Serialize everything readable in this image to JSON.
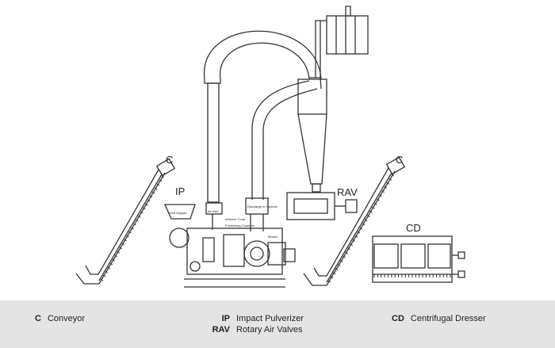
{
  "labels": {
    "conveyor_left": "C",
    "conveyor_right": "C",
    "impact_pulverizer": "IP",
    "rotary_air_valve": "RAV",
    "centrifugal_dresser": "CD",
    "feed_hopper": "Feed Hopper",
    "air_inlet": "Air Inlet",
    "whizzer_cone": "Whizzer Cone",
    "pulverizing_chamber": "Pulverizing Chamber",
    "discharge": "Discharge to Cyclone",
    "blower": "Blower"
  },
  "legend": [
    {
      "abbr": "C",
      "text": "Conveyor"
    },
    {
      "abbr": "IP",
      "text": "Impact Pulverizer"
    },
    {
      "abbr": "RAV",
      "text": "Rotary Air Valves"
    },
    {
      "abbr": "CD",
      "text": "Centrifugal Dresser"
    }
  ],
  "colors": {
    "line": "#333333",
    "legend_bg": "#e4e4e4"
  }
}
